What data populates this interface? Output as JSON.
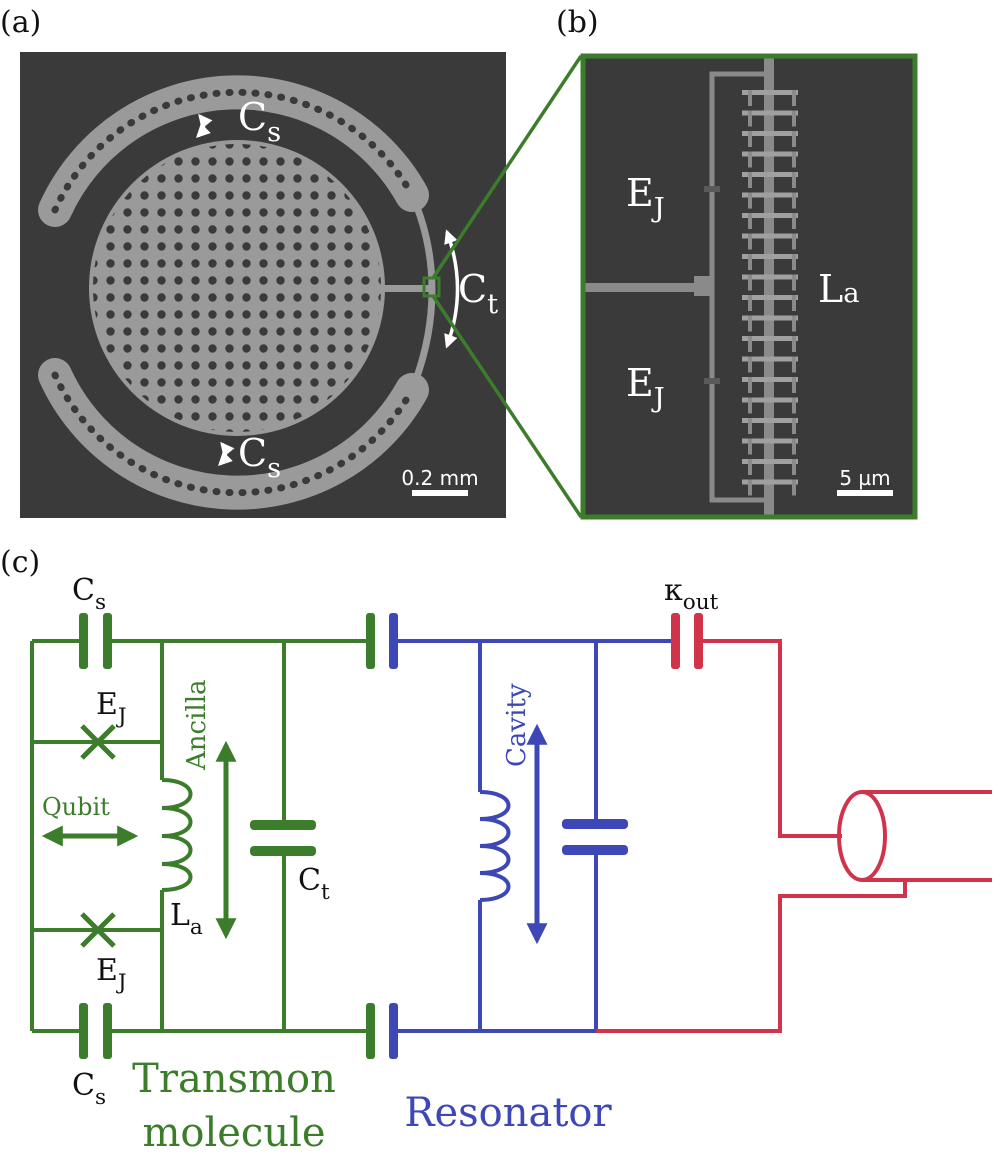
{
  "colors": {
    "transmon": "#3c7d2c",
    "resonator": "#3d47b5",
    "output": "#d0334a",
    "sem_bg": "#3a3a3a",
    "sem_metal": "#9a9a9a",
    "zoom_frame": "#3c7d2c"
  },
  "panel_a": {
    "tag": "(a)",
    "cs_top_main": "C",
    "cs_top_sub": "s",
    "cs_bottom_main": "C",
    "cs_bottom_sub": "s",
    "ct_main": "C",
    "ct_sub": "t",
    "scalebar": "0.2 mm"
  },
  "panel_b": {
    "tag": "(b)",
    "ej_top_main": "E",
    "ej_top_sub": "J",
    "ej_bottom_main": "E",
    "ej_bottom_sub": "J",
    "la_main": "L",
    "la_sub": "a",
    "scalebar": "5 µm"
  },
  "panel_c": {
    "tag": "(c)",
    "cs_top_main": "C",
    "cs_top_sub": "s",
    "cs_bottom_main": "C",
    "cs_bottom_sub": "s",
    "ej_top_main": "E",
    "ej_top_sub": "J",
    "ej_bottom_main": "E",
    "ej_bottom_sub": "J",
    "la_main": "L",
    "la_sub": "a",
    "ct_main": "C",
    "ct_sub": "t",
    "kappa_main": "κ",
    "kappa_sub": "out",
    "qubit": "Qubit",
    "ancilla": "Ancilla",
    "cavity": "Cavity",
    "transmon_line1": "Transmon",
    "transmon_line2": "molecule",
    "resonator": "Resonator"
  }
}
